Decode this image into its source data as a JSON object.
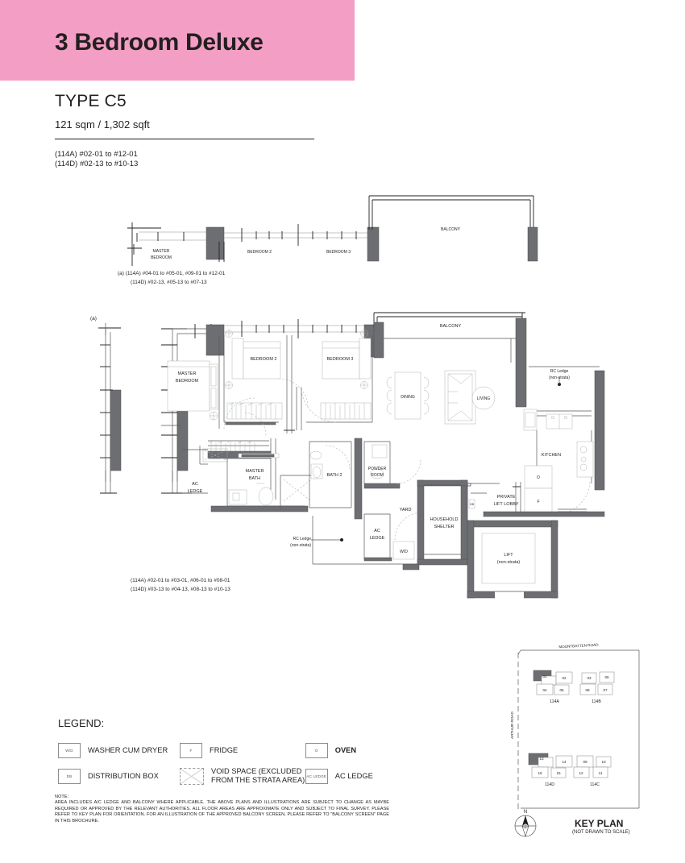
{
  "header": {
    "banner_title": "3 Bedroom Deluxe",
    "type_title": "TYPE C5",
    "area_text": "121 sqm / 1,302 sqft",
    "unit_list": "(114A) #02-01 to #12-01\n(114D) #02-13 to #10-13"
  },
  "upper_plan": {
    "marker": "(a)",
    "labels": {
      "master_bedroom": "MASTER\nBEDROOM",
      "bedroom2": "BEDROOM 2",
      "bedroom3": "BEDROOM 3",
      "balcony": "BALCONY"
    },
    "caption_line1": "(a) (114A) #04-01 to #05-01, #09-01 to #12-01",
    "caption_line2": "(114D) #02-13, #05-13 to #07-13"
  },
  "main_plan": {
    "side_marker": "(a)",
    "labels": {
      "master_bedroom": "MASTER\nBEDROOM",
      "bedroom2": "BEDROOM 2",
      "bedroom3": "BEDROOM 3",
      "balcony": "BALCONY",
      "dining": "DINING",
      "living": "LIVING",
      "kitchen": "KITCHEN",
      "master_bath": "MASTER\nBATH",
      "bath2": "BATH 2",
      "powder_room": "POWDER\nROOM",
      "ac_ledge_left": "AC\nLEDGE",
      "ac_ledge_mid": "AC\nLEDGE",
      "yard": "YARD",
      "household_shelter": "HOUSEHOLD\nSHELTER",
      "private_lift_lobby": "PRIVATE\nLIFT LOBBY",
      "lift": "LIFT\n(non-strata)",
      "rc_ledge_right": "RC Ledge\n(non-strata)",
      "rc_ledge_bottom": "RC Ledge\n(non-strata)",
      "wd": "W/D",
      "db": "DB",
      "oven": "O",
      "fridge": "F"
    },
    "caption_line1": "(114A) #02-01 to #03-01, #06-01 to #08-01",
    "caption_line2": "(114D) #03-13 to #04-13, #08-13 to #10-13"
  },
  "legend": {
    "title": "LEGEND:",
    "items": [
      {
        "icon": "W/D",
        "label": "WASHER CUM DRYER",
        "bold": false,
        "style": "solid"
      },
      {
        "icon": "F",
        "label": "FRIDGE",
        "bold": false,
        "style": "solid"
      },
      {
        "icon": "O",
        "label": "OVEN",
        "bold": true,
        "style": "solid"
      },
      {
        "icon": "DB",
        "label": "DISTRIBUTION BOX",
        "bold": false,
        "style": "solid"
      },
      {
        "icon": "",
        "label": "VOID SPACE (EXCLUDED FROM THE STRATA AREA)",
        "bold": false,
        "style": "dashed"
      },
      {
        "icon": "AC LEDGE",
        "label": "AC LEDGE",
        "bold": false,
        "style": "solid"
      }
    ]
  },
  "note": {
    "heading": "NOTE:",
    "body": "AREA INCLUDES A/C LEDGE AND BALCONY WHERE APPLICABLE. THE ABOVE PLANS AND ILLUSTRATIONS ARE SUBJECT TO CHANGE AS MAYBE REQUIRED OR APPROVED BY THE RELEVANT AUTHORITIES. ALL FLOOR AREAS ARE APPROXIMATE ONLY AND SUBJECT TO FINAL SURVEY. PLEASE REFER TO KEY PLAN FOR ORIENTATION. FOR AN ILLUSTRATION OF THE APPROVED BALCONY SCREEN, PLEASE REFER TO \"BALCONY SCREEN\" PAGE IN THIS BROCHURE."
  },
  "key_plan": {
    "title": "KEY PLAN",
    "subtitle": "(NOT DRAWN TO SCALE)",
    "road_top": "MOUNTBATTEN ROAD",
    "road_left": "ARTHUR ROAD",
    "north": "N",
    "blocks": [
      {
        "name": "114A",
        "units": [
          "01",
          "02",
          "04",
          "05"
        ],
        "highlight": "01"
      },
      {
        "name": "114B",
        "units": [
          "03",
          "06",
          "08",
          "07"
        ],
        "highlight": null
      },
      {
        "name": "114D",
        "units": [
          "13",
          "14",
          "15",
          "16"
        ],
        "highlight": "13"
      },
      {
        "name": "114C",
        "units": [
          "09",
          "10",
          "11",
          "12"
        ],
        "highlight": null
      }
    ]
  },
  "colors": {
    "banner_pink": "#f39ec4",
    "wall_dark": "#6d6e71",
    "line": "#231f20",
    "thin_line": "#808285"
  }
}
